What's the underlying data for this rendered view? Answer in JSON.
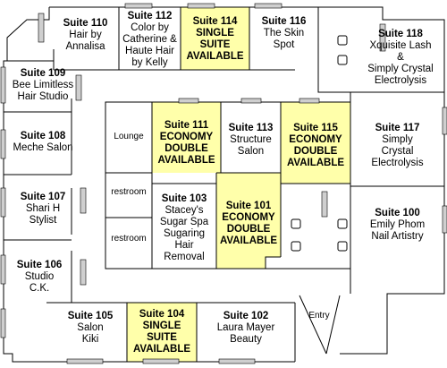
{
  "colors": {
    "available": "#ffffaa",
    "wall": "#000000",
    "window": "#bfbfbf",
    "background": "#ffffff"
  },
  "suites": [
    {
      "id": "110",
      "name": "Suite 110",
      "tenant": "Hair by\nAnnalisa",
      "available": false
    },
    {
      "id": "112",
      "name": "Suite 112",
      "tenant": "Color by\nCatherine &\nHaute Hair\nby Kelly",
      "available": false
    },
    {
      "id": "114",
      "name": "Suite 114",
      "tenant": "SINGLE\nSUITE\nAVAILABLE",
      "available": true
    },
    {
      "id": "116",
      "name": "Suite 116",
      "tenant": "The Skin\nSpot",
      "available": false
    },
    {
      "id": "118",
      "name": "Suite 118",
      "tenant": "Xquisite Lash\n&\nSimply Crystal\nElectrolysis",
      "available": false
    },
    {
      "id": "109",
      "name": "Suite 109",
      "tenant": "Bee Limitless\nHair Studio",
      "available": false
    },
    {
      "id": "108",
      "name": "Suite 108",
      "tenant": "Meche Salon",
      "available": false
    },
    {
      "id": "111",
      "name": "Suite 111",
      "tenant": "ECONOMY\nDOUBLE\nAVAILABLE",
      "available": true
    },
    {
      "id": "113",
      "name": "Suite 113",
      "tenant": "Structure\nSalon",
      "available": false
    },
    {
      "id": "115",
      "name": "Suite 115",
      "tenant": "ECONOMY\nDOUBLE\nAVAILABLE",
      "available": true
    },
    {
      "id": "117",
      "name": "Suite 117",
      "tenant": "Simply\nCrystal\nElectrolysis",
      "available": false
    },
    {
      "id": "107",
      "name": "Suite 107",
      "tenant": "Shari H\nStylist",
      "available": false
    },
    {
      "id": "103",
      "name": "Suite 103",
      "tenant": "Stacey's\nSugar Spa\nSugaring\nHair\nRemoval",
      "available": false
    },
    {
      "id": "101",
      "name": "Suite 101",
      "tenant": "ECONOMY\nDOUBLE\nAVAILABLE",
      "available": true
    },
    {
      "id": "100",
      "name": "Suite 100",
      "tenant": "Emily Phom\nNail Artistry",
      "available": false
    },
    {
      "id": "106",
      "name": "Suite 106",
      "tenant": "Studio\nC.K.",
      "available": false
    },
    {
      "id": "105",
      "name": "Suite 105",
      "tenant": "Salon\nKiki",
      "available": false
    },
    {
      "id": "104",
      "name": "Suite 104",
      "tenant": "SINGLE\nSUITE\nAVAILABLE",
      "available": true
    },
    {
      "id": "102",
      "name": "Suite 102",
      "tenant": "Laura Mayer\nBeauty",
      "available": false
    }
  ],
  "rooms": {
    "lounge": "Lounge",
    "restroom_1": "restroom",
    "restroom_2": "restroom",
    "entry": "Entry"
  }
}
